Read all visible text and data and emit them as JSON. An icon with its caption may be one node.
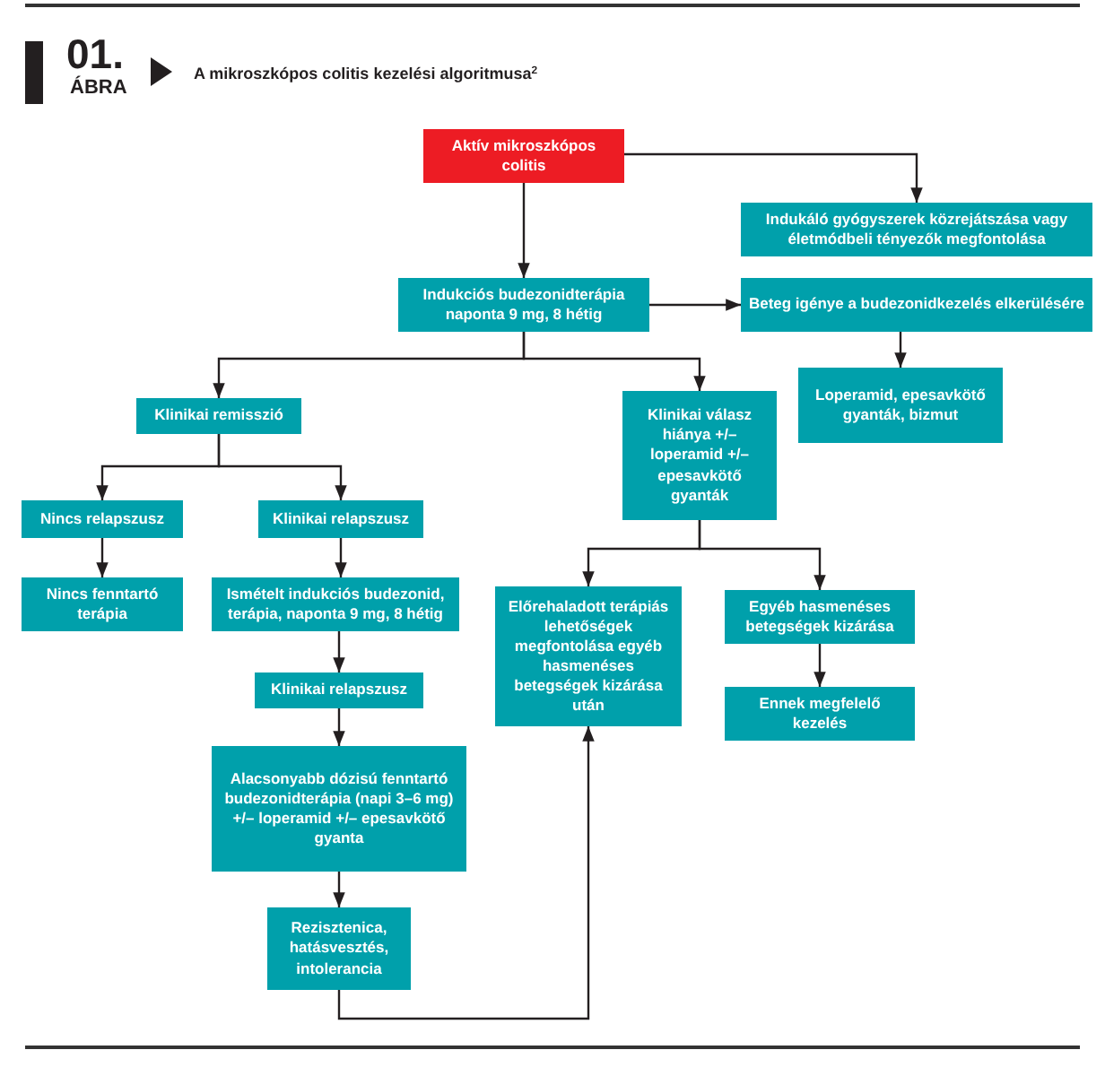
{
  "diagram": {
    "title": "A mikroszkópos colitis kezelési algoritmusa$^{2}$",
    "nodes": [
      {
        "text": [
          "Aktív mikroszkópos colitis"
        ]
      },
      {
        "text": [
          "Indukáló gyógyszerek közrejátszása vagy életmódbeli tényezők megfontolása"
        ]
      },
      {
        "text": [
          "Indukciós budezonidterápia naponta 9 mg, 8 hétig"
        ]
      },
      {
        "text": [
          "Beteg igénye a budezonidkezelés elkerülésére"
        ]
      },
      {
        "text": [
          "Loperamid, epesavkötő gyanták, bizmut"
        ]
      },
      {
        "text": [
          "Klinikai remisszió"
        ]
      },
      {
        "text": [
          "Klinikai válasz hiánya +/– loperamid +/– epesavkötő gyanták"
        ]
      },
      {
        "text": [
          "Nincs relapszusz"
        ]
      },
      {
        "text": [
          "Klinikai relapszusz"
        ]
      },
      {
        "text": [
          "Nincs fenntartó terápia"
        ]
      },
      {
        "text": [
          "Ismételt indukciós budezonid, terápia, naponta 9 mg, 8 hétig"
        ]
      },
      {
        "text": [
          "Előrehaladott terápiás lehetőségek megfontolása egyéb hasmenéses betegségek kizárása után"
        ]
      },
      {
        "text": [
          "Egyéb hasmenéses betegségek kizárása"
        ]
      },
      {
        "text": [
          "Klinikai relapszusz"
        ]
      },
      {
        "text": [
          "Ennek megfelelő kezelés"
        ]
      },
      {
        "text": [
          "Alacsonyabb dózisú fenntartó budezonidterápia (napi 3–6 mg) +/– loperamid +/– epesavkötő gyanta"
        ]
      },
      {
        "text": [
          "Rezisztenica, hatásvesztés, intolerancia"
        ]
      }
    ],
    "edges": [
      {
        "from": 0,
        "to": 2,
        "arrow": "to"
      },
      {
        "from": 0,
        "to": 1,
        "arrow": "to"
      },
      {
        "from": 2,
        "to": 3,
        "arrow": "to"
      },
      {
        "from": 3,
        "to": 4,
        "arrow": "to"
      },
      {
        "from": 2,
        "to": 5,
        "arrow": "to"
      },
      {
        "from": 2,
        "to": 6,
        "arrow": "to"
      },
      {
        "from": 5,
        "to": 7,
        "arrow": "to"
      },
      {
        "from": 5,
        "to": 8,
        "arrow": "to"
      },
      {
        "from": 7,
        "to": 9,
        "arrow": "to"
      },
      {
        "from": 8,
        "to": 10,
        "arrow": "to"
      },
      {
        "from": 10,
        "to": 13,
        "arrow": "to"
      },
      {
        "from": 13,
        "to": 15,
        "arrow": "to"
      },
      {
        "from": 15,
        "to": 16,
        "arrow": "to"
      },
      {
        "from": 16,
        "to": 11,
        "arrow": "to"
      },
      {
        "from": 6,
        "to": 11,
        "arrow": "to"
      },
      {
        "from": 6,
        "to": 12,
        "arrow": "to"
      },
      {
        "from": 12,
        "to": 14,
        "arrow": "to"
      }
    ],
    "labels": [
      "01.",
      "ÁBRA"
    ]
  }
}
